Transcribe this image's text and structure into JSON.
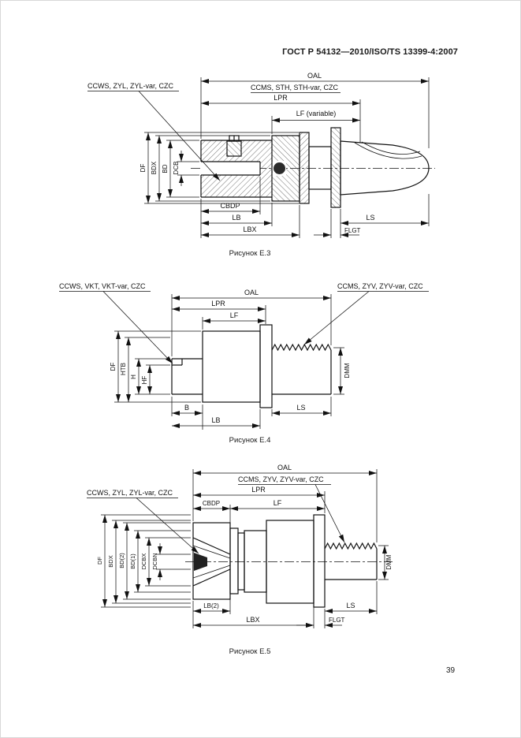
{
  "header": {
    "standard": "ГОСТ Р 54132—2010/ISO/TS 13399-4:2007"
  },
  "page": {
    "number": "39"
  },
  "figures": {
    "e3": {
      "caption": "Рисунок Е.3",
      "workpiece_side_label": "CCWS, ZYL, ZYL-var, CZC",
      "machine_side_label": "CCMS, STH, STH-var, CZC",
      "dims": {
        "oal": "OAL",
        "lpr": "LPR",
        "lf": "LF (variable)",
        "df": "DF",
        "bdx": "BDX",
        "bd": "BD",
        "dcb": "DCB",
        "cbdp": "CBDP",
        "lb": "LB",
        "lbx": "LBX",
        "ls": "LS",
        "flgt": "FLGT"
      }
    },
    "e4": {
      "caption": "Рисунок Е.4",
      "workpiece_side_label": "CCWS, VKT, VKT-var, CZC",
      "machine_side_label": "CCMS, ZYV, ZYV-var, CZC",
      "dims": {
        "oal": "OAL",
        "lpr": "LPR",
        "lf": "LF",
        "df": "DF",
        "htb": "HTB",
        "h": "H",
        "hf": "HF",
        "dmm": "DMM",
        "b": "B",
        "lb": "LB",
        "ls": "LS"
      }
    },
    "e5": {
      "caption": "Рисунок Е.5",
      "workpiece_side_label": "CCWS, ZYL, ZYL-var, CZC",
      "machine_side_label": "CCMS, ZYV, ZYV-var, CZC",
      "dims": {
        "oal": "OAL",
        "lpr": "LPR",
        "cbdp": "CBDP",
        "lf": "LF",
        "df": "DF",
        "bdx": "BDX",
        "bd2": "BD(2)",
        "bd1": "BD(1)",
        "dcbx": "DCBX",
        "dcbn": "DCBN",
        "dmm": "DMM",
        "lb2": "LB(2)",
        "lbx": "LBX",
        "ls": "LS",
        "flgt": "FLGT"
      }
    }
  }
}
